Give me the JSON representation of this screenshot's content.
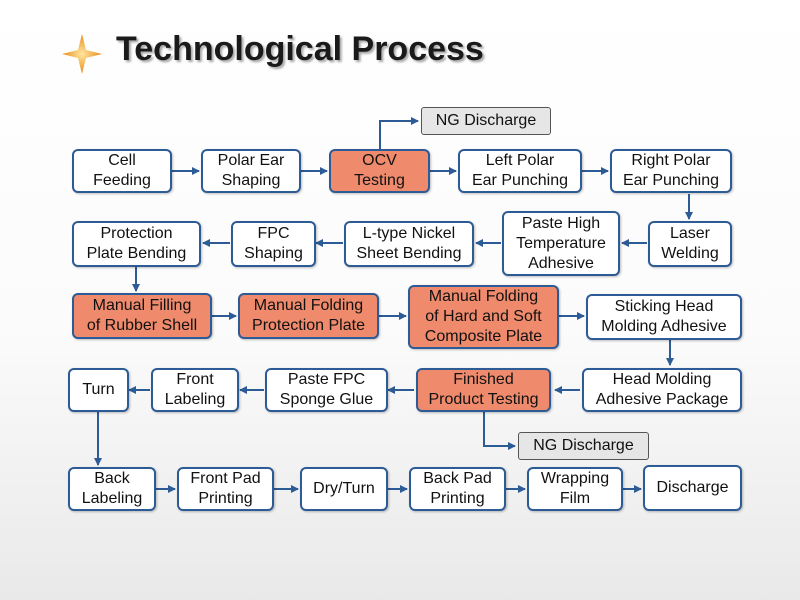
{
  "title": "Technological Process",
  "icons": {
    "title_icon": "four-point-star-icon"
  },
  "colors": {
    "box_border": "#2d5b96",
    "highlight_fill": "#ef8a6c",
    "ng_fill": "#e6e6e6",
    "arrow": "#2d5b96",
    "star": "#f0a030"
  },
  "steps": {
    "cell_feeding": "Cell\nFeeding",
    "polar_ear_shaping": "Polar Ear\nShaping",
    "ocv_testing": "OCV\nTesting",
    "left_polar_ear_punching": "Left Polar\nEar Punching",
    "right_polar_ear_punching": "Right Polar\nEar Punching",
    "laser_welding": "Laser\nWelding",
    "paste_high_temp_adhesive": "Paste High\nTemperature\nAdhesive",
    "l_type_nickel_sheet_bending": "L-type Nickel\nSheet Bending",
    "fpc_shaping": "FPC\nShaping",
    "protection_plate_bending": "Protection\nPlate Bending",
    "manual_filling_rubber_shell": "Manual Filling\nof Rubber Shell",
    "manual_folding_protection_plate": "Manual Folding\nProtection Plate",
    "manual_folding_composite_plate": "Manual Folding\nof Hard and Soft\nComposite Plate",
    "sticking_head_molding_adhesive": "Sticking Head\nMolding Adhesive",
    "head_molding_adhesive_package": "Head Molding\nAdhesive Package",
    "finished_product_testing": "Finished\nProduct Testing",
    "paste_fpc_sponge_glue": "Paste FPC\nSponge Glue",
    "front_labeling": "Front\nLabeling",
    "turn": "Turn",
    "back_labeling": "Back\nLabeling",
    "front_pad_printing": "Front Pad\nPrinting",
    "dry_turn": "Dry/Turn",
    "back_pad_printing": "Back Pad\nPrinting",
    "wrapping_film": "Wrapping\nFilm",
    "discharge": "Discharge"
  },
  "ng": {
    "after_ocv": "NG Discharge",
    "after_finished_testing": "NG Discharge"
  }
}
